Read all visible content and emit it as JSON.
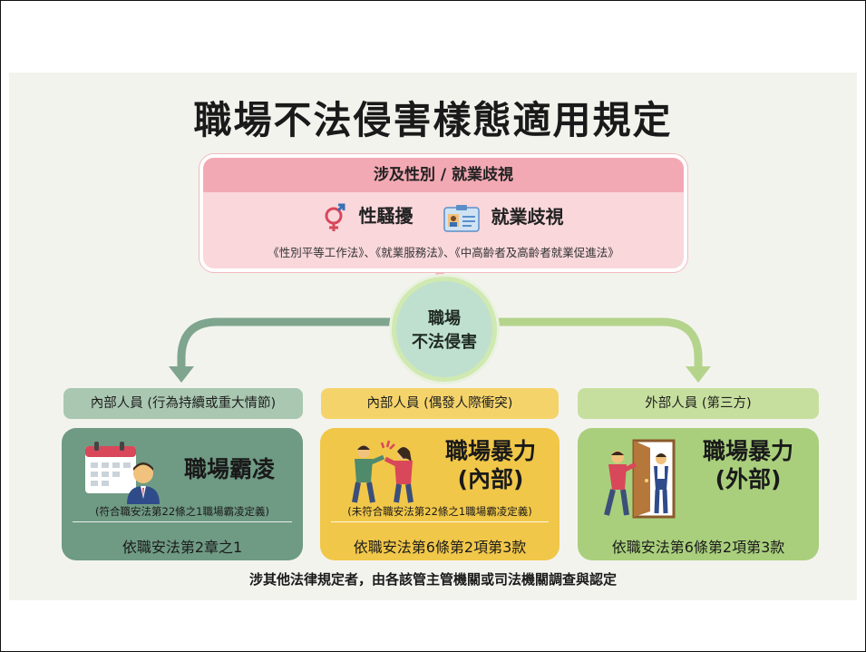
{
  "title": "職場不法侵害樣態適用規定",
  "top_box": {
    "heading": "涉及性別 / 就業歧視",
    "items": [
      {
        "label": "性騷擾",
        "icon": "gender-symbol-icon"
      },
      {
        "label": "就業歧視",
        "icon": "id-card-icon"
      }
    ],
    "laws": "《性別平等工作法》、《就業服務法》、《中高齡者及高齡者就業促進法》"
  },
  "center": {
    "line1": "職場",
    "line2": "不法侵害"
  },
  "categories": [
    {
      "pill": "內部人員 (行為持續或重大情節)",
      "title_line1": "職場霸凌",
      "title_line2": "",
      "note": "(符合職安法第22條之1職場霸凌定義)",
      "law": "依職安法第2章之1",
      "illustration": "calendar-person-icon"
    },
    {
      "pill": "內部人員 (偶發人際衝突)",
      "title_line1": "職場暴力",
      "title_line2": "(內部)",
      "note": "(未符合職安法第22條之1職場霸凌定義)",
      "law": "依職安法第6條第2項第3款",
      "illustration": "conflict-people-icon"
    },
    {
      "pill": "外部人員 (第三方)",
      "title_line1": "職場暴力",
      "title_line2": "(外部)",
      "note": "",
      "law": "依職安法第6條第2項第3款",
      "illustration": "door-intruder-icon"
    }
  ],
  "footer": "涉其他法律規定者，由各該管主管機關或司法機關調查與認定",
  "colors": {
    "pink_head": "#f3a9b4",
    "pink_body": "#f9d7db",
    "green_dark": "#6f9a84",
    "yellow": "#f1c749",
    "green_light": "#a9cf7c"
  }
}
